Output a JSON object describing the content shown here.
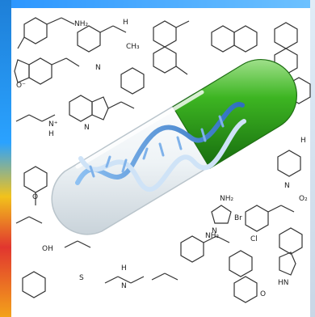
{
  "scene": {
    "title": "",
    "subject": "pill capsule containing DNA double helix",
    "capsule_colors": {
      "clear_half": "#eef3f6",
      "green_half": "#2e9c1e"
    },
    "dna_color": "#4a8fd8",
    "frame_colors": [
      "#2a95ff",
      "#f2c21b",
      "#e1362f"
    ]
  },
  "labels": {
    "nh2_top": "NH₂",
    "ch3_a": "CH₃",
    "h_a": "H",
    "n_a": "N",
    "n_b": "N",
    "n_plus": "N⁺",
    "h_b": "H",
    "o_minus": "O⁻",
    "o_a": "O",
    "h_right": "H",
    "n_right": "N",
    "o_right": "O₂",
    "nh2_mid": "NH₂",
    "br": "Br",
    "n_mid": "N",
    "nh2_b": "NH₂",
    "cl": "Cl",
    "nh_bot": "HN",
    "h_bot": "H",
    "n_bot": "N",
    "s_bot": "S",
    "o_bot": "O",
    "oh": "OH"
  }
}
